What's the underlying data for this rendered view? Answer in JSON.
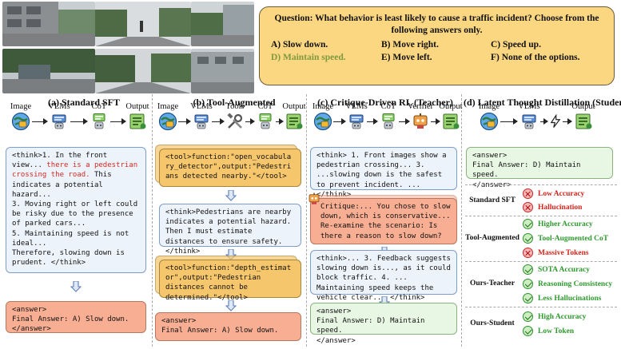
{
  "question": {
    "text": "Question: What behavior is least likely to cause a traffic incident? Choose from the following answers only.",
    "options": [
      {
        "label": "A) Slow down.",
        "highlight": false
      },
      {
        "label": "B) Move right.",
        "highlight": false
      },
      {
        "label": "C) Speed up.",
        "highlight": false
      },
      {
        "label": "D) Maintain speed.",
        "highlight": true
      },
      {
        "label": "E) Move left.",
        "highlight": false
      },
      {
        "label": "F) None of the options.",
        "highlight": false
      }
    ]
  },
  "columns": {
    "a": {
      "title": "(a) Standard SFT",
      "pipeline": [
        "Image",
        "VLMs",
        "CoT",
        "Output"
      ],
      "think_pre": "<think>1. In the front view... ",
      "think_red": "there is a pedestrian crossing the road.",
      "think_post": " This indicates a potential hazard...\n3. Moving right or left could be risky due to the presence of parked cars...\n5. Maintaining speed is not ideal...\nTherefore, slowing down is prudent. </think>",
      "answer": "<answer>\nFinal Answer: A) Slow down.\n</answer>"
    },
    "b": {
      "title": "(b) Tool-Augmented",
      "pipeline": [
        "Image",
        "VLMs",
        "Tools",
        "CoT",
        "Output"
      ],
      "tool1": "<tool>function:\"open_vocabulary_detector\",output:\"Pedestrians detected nearby.\"</tool>",
      "think": "<think>Pedestrians are nearby indicates a potential hazard. Then I must estimate distances to ensure safety.</think>",
      "tool2": "<tool>function:\"depth_estimator\",output:\"Pedestrian distances cannot be determined.\"</tool>",
      "answer": "<answer>\nFinal Answer: A) Slow down."
    },
    "c": {
      "title": "(c) Critique-Driven RL (Teacher)",
      "pipeline": [
        "Image",
        "VLMs",
        "CoT",
        "Verifier",
        "Output"
      ],
      "think1": "<think> 1. Front images show a pedestrian crossing... 3. ...slowing down is the safest to prevent incident. ... </think>",
      "critique": "Critique:... You chose to slow down, which is conservative... Re-examine the scenario: Is there a reason to slow down?",
      "think2": "<think>... 3. Feedback suggests slowing down is..., as it could block traffic. 4. ... Maintaining speed keeps the vehicle clear... </think>",
      "answer": "<answer>\nFinal Answer: D) Maintain speed.\n</answer>"
    },
    "d": {
      "title": "(d) Latent Thought Distillation (Student)",
      "pipeline": [
        "Image",
        "VLMs",
        "Output"
      ],
      "answer": "<answer>\nFinal Answer: D) Maintain speed.\n</answer>"
    }
  },
  "comparison": [
    {
      "method": "Standard SFT",
      "items": [
        {
          "text": "Low Accuracy",
          "good": false
        },
        {
          "text": "Hallucination",
          "good": false
        }
      ]
    },
    {
      "method": "Tool-Augmented",
      "items": [
        {
          "text": "Higher Accuracy",
          "good": true
        },
        {
          "text": "Tool-Augmented CoT",
          "good": true
        },
        {
          "text": "Massive Tokens",
          "good": false
        }
      ]
    },
    {
      "method": "Ours-Teacher",
      "items": [
        {
          "text": "SOTA Accuracy",
          "good": true
        },
        {
          "text": "Reasoning Consistency",
          "good": true
        },
        {
          "text": "Less Hallucinations",
          "good": true
        }
      ]
    },
    {
      "method": "Ours-Student",
      "items": [
        {
          "text": "High Accuracy",
          "good": true
        },
        {
          "text": "Low Token",
          "good": true
        }
      ]
    }
  ],
  "colors": {
    "question_bg": "#fbd782",
    "think_box": "#edf3fb",
    "answer_wrong": "#f7ae93",
    "tool_box": "#f5c66b",
    "answer_right": "#e8f7e4",
    "good": "#2f9a2f",
    "bad": "#d2241c"
  }
}
